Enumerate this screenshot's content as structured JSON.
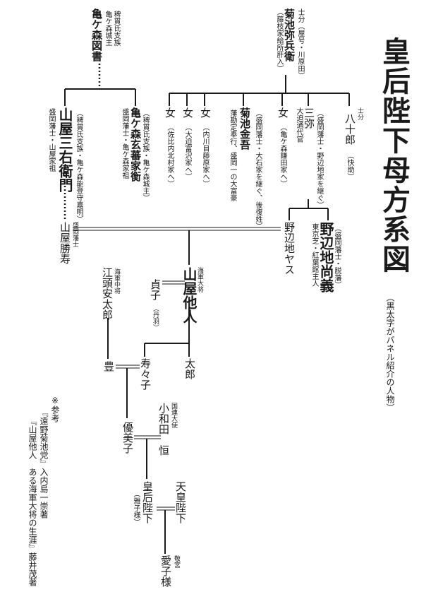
{
  "title": "皇后陛下母方系図",
  "subtitle": "（黒太字がパネル紹介の人物）",
  "persons": {
    "kamegamori_zusho": {
      "role1": "稗貫氏支族",
      "role2": "亀ケ森城主",
      "name": "亀ケ森図書"
    },
    "kikuchi_yahei": {
      "role1": "士分（屋号・川原田）",
      "role2": "（藤枝家給所肝入）",
      "name": "菊池弥兵衛"
    },
    "yamaya_uemon": {
      "note1": "（稗貫氏支族・亀ケ森能登守嘉明）",
      "note2": "盛岡藩士・山屋家祖",
      "name": "山屋三右衛門"
    },
    "kamegamori_genba": {
      "note1": "（稗貫氏支族・亀ケ森城主）",
      "note2": "盛岡藩士・亀ケ森家祖",
      "name": "亀ケ森玄蕃家衡"
    },
    "daughter1": {
      "name": "女",
      "note": "（佐比内北村家へ）"
    },
    "daughter2": {
      "name": "女",
      "note": "（大迫富沢家へ）"
    },
    "daughter3": {
      "name": "女",
      "note": "（内川目藤原家へ）"
    },
    "kikuchi_kingo": {
      "name": "菊池金吾",
      "note1": "（盛岡藩士・大石家を継ぐ、後復姓）",
      "note2": "藩勘定奉行、盛岡一の大富豪"
    },
    "daughter4": {
      "name": "女",
      "note": "（亀ケ森鎌田家へ）"
    },
    "sanya": {
      "name": "三弥",
      "role": "大迫通代官",
      "note": "（盛岡藩士・野辺地家を継ぐ）"
    },
    "hachijuro": {
      "name": "八十郎",
      "role": "士分",
      "note": "（快助）"
    },
    "nobeji_hisayoshi": {
      "name": "野辺地尚義",
      "note1": "（盛岡藩士・脱藩）",
      "note2": "東京芝・紅葉館主人"
    },
    "nobeji_yasu": {
      "name": "野辺地ヤス"
    },
    "yamaya_katsutoshi": {
      "name": "山屋勝寿",
      "role": "盛岡藩士"
    },
    "yamaya_tanin": {
      "name": "山屋他人",
      "role": "海軍大将"
    },
    "teiko": {
      "name": "貞子",
      "note": "（丹羽）"
    },
    "egashira_yasutaro": {
      "name": "江頭安太郎",
      "role": "海軍中将"
    },
    "yutaka": {
      "name": "豊"
    },
    "jujuko": {
      "name": "寿々子"
    },
    "taro": {
      "name": "太郎"
    },
    "owada_hisashi": {
      "name": "小和田　恒",
      "role": "国連大使"
    },
    "yumiko": {
      "name": "優美子"
    },
    "empress": {
      "name": "皇后陛下",
      "note": "（雅子様）"
    },
    "emperor": {
      "name": "天皇陛下"
    },
    "aiko": {
      "name": "愛子様",
      "role": "敬宮"
    }
  },
  "references": {
    "label": "※参考",
    "ref1": "『遠野菊池党』入内島一崇著",
    "ref2": "『山屋他人　ある海軍大将の生涯』藤井茂著"
  }
}
